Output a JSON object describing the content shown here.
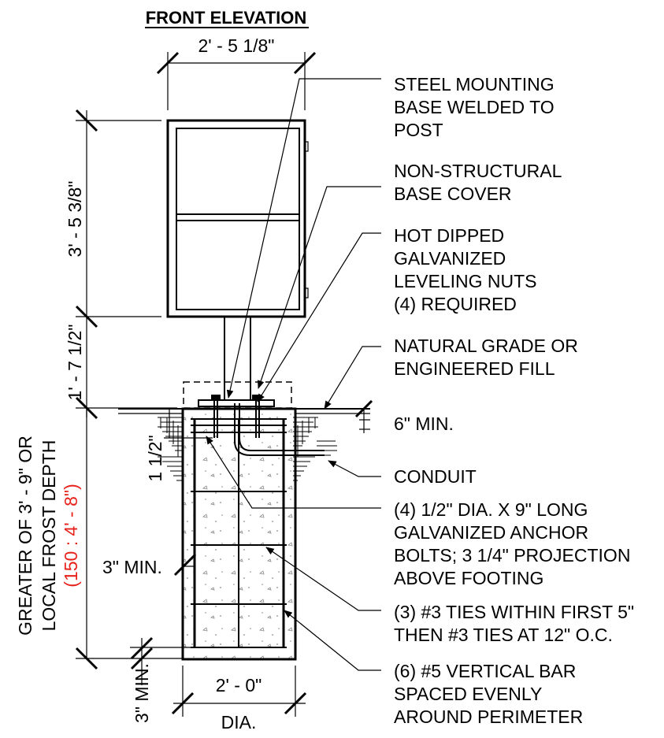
{
  "title": "FRONT ELEVATION",
  "dimensions": {
    "cabinet_width": "2' - 5 1/8\"",
    "cabinet_height": "3' - 5 3/8\"",
    "post_height": "1' - 7 1/2\"",
    "anchor_embed": "1 1/2\"",
    "cover_min": "3\" MIN.",
    "bottom_cover": "3\" MIN.",
    "footing_diameter": "2' - 0\"",
    "footing_diameter_suffix": "DIA.",
    "grade_min": "6\" MIN.",
    "depth_line1": "GREATER OF 3' - 9\" OR",
    "depth_line2": "LOCAL FROST DEPTH",
    "depth_line3": "(150 : 4' - 8\")"
  },
  "callouts": [
    {
      "lines": [
        "STEEL MOUNTING",
        "BASE WELDED TO",
        "POST"
      ]
    },
    {
      "lines": [
        "NON-STRUCTURAL",
        "BASE COVER"
      ]
    },
    {
      "lines": [
        "HOT DIPPED",
        "GALVANIZED",
        "LEVELING NUTS",
        "(4) REQUIRED"
      ]
    },
    {
      "lines": [
        "NATURAL GRADE OR",
        "ENGINEERED FILL"
      ]
    },
    {
      "lines": [
        "CONDUIT"
      ]
    },
    {
      "lines": [
        "(4) 1/2\" DIA. X 9\" LONG",
        "GALVANIZED ANCHOR",
        "BOLTS; 3 1/4\" PROJECTION",
        "ABOVE FOOTING"
      ]
    },
    {
      "lines": [
        "(3) #3 TIES WITHIN FIRST 5\"",
        "THEN #3 TIES AT 12\" O.C."
      ]
    },
    {
      "lines": [
        "(6) #5 VERTICAL BAR",
        "SPACED EVENLY",
        "AROUND PERIMETER"
      ]
    }
  ],
  "colors": {
    "line": "#000000",
    "highlight": "#e8221b",
    "background": "#ffffff"
  }
}
